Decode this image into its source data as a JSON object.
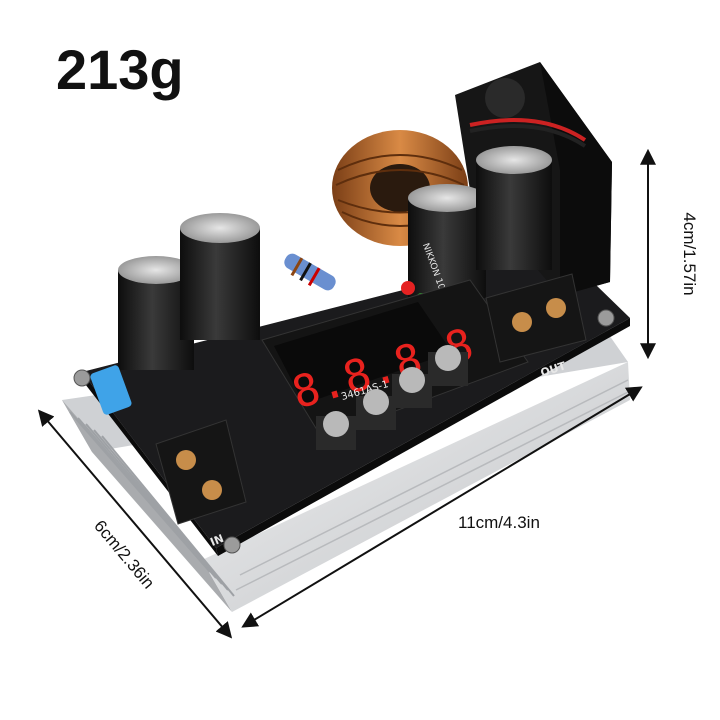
{
  "product": {
    "weight_label": "213g",
    "dimensions": {
      "length_label": "11cm/4.3in",
      "width_label": "6cm/2.36in",
      "height_label": "4cm/1.57in"
    },
    "display_digits": "8.8.8.8",
    "display_part_number": "3461AS-1",
    "capacitor_marking": "NIKKON 1000uF/63V",
    "terminal_labels": {
      "input": "IN",
      "output": "OUT"
    }
  },
  "colors": {
    "heatsink": "#d9dadc",
    "pcb": "#1b1b1d",
    "copper_coil": "#b8682e",
    "display_red": "#e8221e",
    "fuse_blue": "#3fa3e8",
    "fan": "#141414"
  }
}
